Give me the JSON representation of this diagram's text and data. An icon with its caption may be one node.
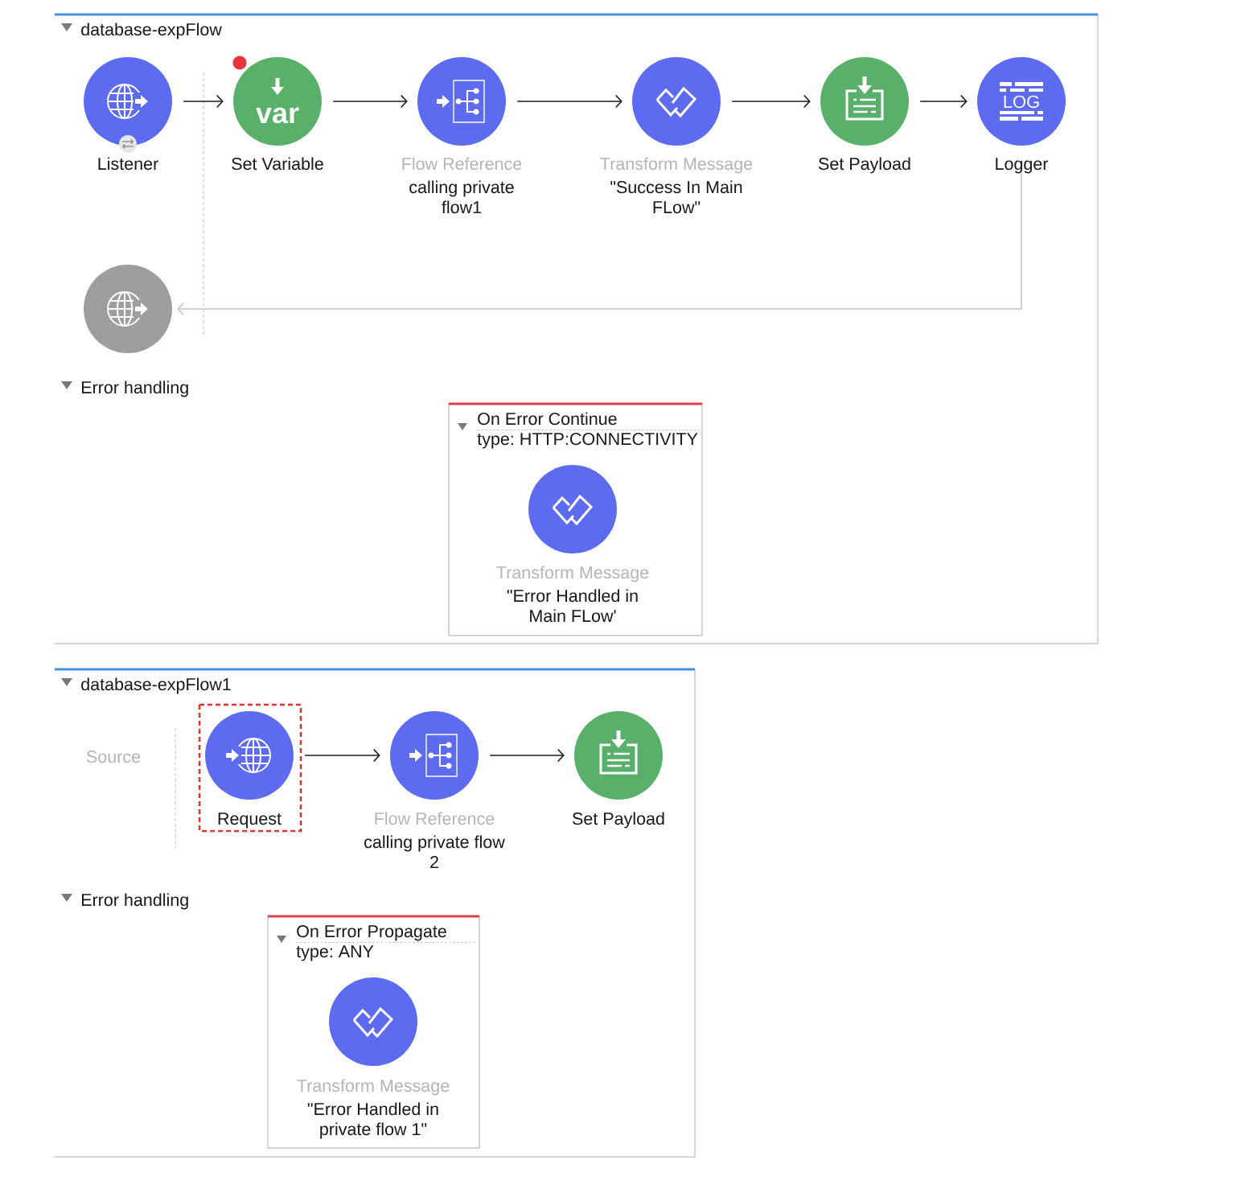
{
  "diagram": {
    "nodes": [
      {
        "text": [
          "database-expFlow"
        ]
      },
      {
        "text": [
          "Listener"
        ],
        "in": 0
      },
      {
        "text": [
          "var",
          "Set Variable"
        ],
        "in": 0
      },
      {
        "text": [
          "Flow Reference",
          "calling private flow1"
        ],
        "in": 0
      },
      {
        "text": [
          "Transform Message",
          "\"Success In Main FLow\""
        ],
        "in": 0
      },
      {
        "text": [
          "Set Payload"
        ],
        "in": 0
      },
      {
        "text": [
          "LOG",
          "Logger"
        ],
        "in": 0
      },
      {
        "text": [],
        "shape": "circle",
        "in": 0
      },
      {
        "text": [
          "On Error Continue",
          "type: HTTP:CONNECTIVITY"
        ],
        "in": 0
      },
      {
        "text": [
          "Transform Message",
          "\"Error Handled in Main FLow'"
        ],
        "in": 8
      },
      {
        "text": [
          "database-expFlow1"
        ]
      },
      {
        "text": [
          "Request"
        ],
        "in": 10
      },
      {
        "text": [
          "Flow Reference",
          "calling private flow 2"
        ],
        "in": 10
      },
      {
        "text": [
          "Set Payload"
        ],
        "in": 10
      },
      {
        "text": [
          "On Error Propagate",
          "type: ANY"
        ],
        "in": 10
      },
      {
        "text": [
          "Transform Message",
          "\"Error Handled in private flow 1\""
        ],
        "in": 14
      }
    ],
    "edges": [
      {
        "from": 1,
        "to": 2,
        "arrow": "to"
      },
      {
        "from": 2,
        "to": 3,
        "arrow": "to"
      },
      {
        "from": 3,
        "to": 4,
        "arrow": "to"
      },
      {
        "from": 4,
        "to": 5,
        "arrow": "to"
      },
      {
        "from": 5,
        "to": 6,
        "arrow": "to"
      },
      {
        "from": 6,
        "to": 7,
        "arrow": "to",
        "color": "#c4c4c4"
      },
      {
        "from": 11,
        "to": 12,
        "arrow": "to"
      },
      {
        "from": 12,
        "to": 13,
        "arrow": "to"
      }
    ],
    "labels": [
      "Error handling",
      "Source",
      "Error handling"
    ]
  }
}
